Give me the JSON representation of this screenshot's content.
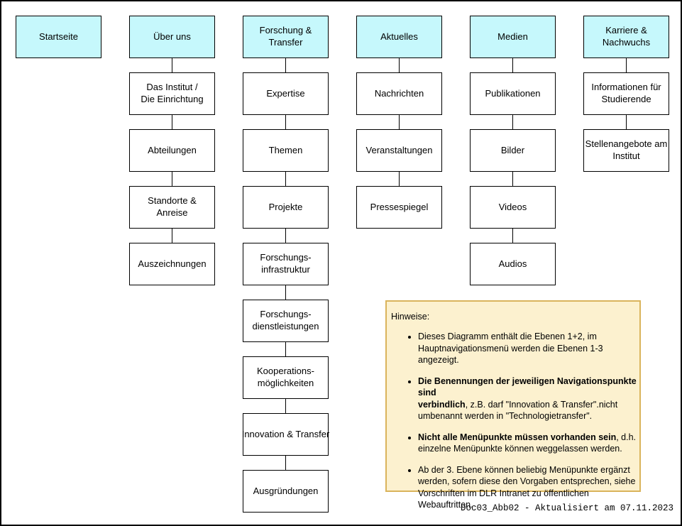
{
  "colors": {
    "level1_fill": "#C6F8FC",
    "level2_fill": "#FFFFFF",
    "box_border": "#000000",
    "note_fill": "#FCF1CF",
    "note_border": "#DAB45C"
  },
  "diagram": {
    "columns": [
      {
        "title": "Startseite",
        "items": []
      },
      {
        "title": "Über uns",
        "items": [
          "Das Institut /\nDie Einrichtung",
          "Abteilungen",
          "Standorte &\nAnreise",
          "Auszeichnungen"
        ]
      },
      {
        "title": "Forschung &\nTransfer",
        "items": [
          "Expertise",
          "Themen",
          "Projekte",
          "Forschungs-\ninfrastruktur",
          "Forschungs-\ndienstleistungen",
          "Kooperations-\nmöglichkeiten",
          "Innovation & Transfer",
          "Ausgründungen"
        ]
      },
      {
        "title": "Aktuelles",
        "items": [
          "Nachrichten",
          "Veranstaltungen",
          "Pressespiegel"
        ]
      },
      {
        "title": "Medien",
        "items": [
          "Publikationen",
          "Bilder",
          "Videos",
          "Audios"
        ]
      },
      {
        "title": "Karriere &\nNachwuchs",
        "items": [
          "Informationen für\nStudierende",
          "Stellenangebote am\nInstitut"
        ]
      }
    ]
  },
  "notes": {
    "title": "Hinweise:",
    "bullets": [
      {
        "bold": "",
        "text": "Dieses Diagramm enthält die Ebenen 1+2, im\nHauptnavigationsmenü werden die Ebenen 1-3 angezeigt."
      },
      {
        "bold": "Die Benennungen der jeweiligen Navigationspunkte sind\nverbindlich",
        "text": ", z.B. darf \"Innovation & Transfer\".nicht\numbenannt werden in \"Technologietransfer\"."
      },
      {
        "bold": "Nicht alle Menüpunkte müssen vorhanden sein",
        "text": ", d.h.\neinzelne Menüpunkte können weggelassen werden."
      },
      {
        "bold": "",
        "text": "Ab der 3. Ebene können beliebig Menüpunkte ergänzt\nwerden, sofern diese den Vorgaben entsprechen, siehe\nVorschriften im DLR Intranet zu öffentlichen Webauftritten."
      }
    ]
  },
  "footer": {
    "caption": "Doc03_Abb02 - Aktualisiert am 07.11.2023"
  }
}
